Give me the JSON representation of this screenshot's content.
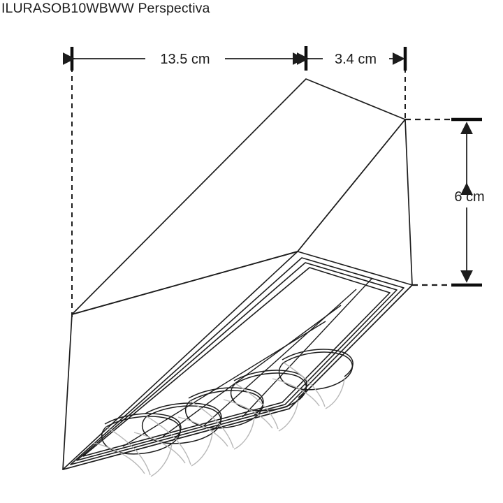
{
  "document": {
    "title": "ILURASOB10WBWW Perspectiva",
    "product_code": "ILURASOB10WBWW",
    "view_name": "Perspectiva",
    "background_color": "#ffffff",
    "line_color": "#1c1c1c",
    "faint_line_color": "#b4b4b4"
  },
  "dimensions": {
    "length_label": "13.5 cm",
    "depth_label": "3.4 cm",
    "height_label": "6 cm",
    "unit": "cm",
    "length_value": 13.5,
    "depth_value": 3.4,
    "height_value": 6
  },
  "fixture": {
    "name": "surface-mounted-linear-downlight",
    "cell_count": 5,
    "cell_label": "led-cell",
    "lens_label": "reflector-lens"
  },
  "icons": {
    "arrow_left": "arrow-left-icon",
    "arrow_right": "arrow-right-icon",
    "arrow_up": "arrow-up-icon",
    "arrow_down": "arrow-down-icon"
  }
}
